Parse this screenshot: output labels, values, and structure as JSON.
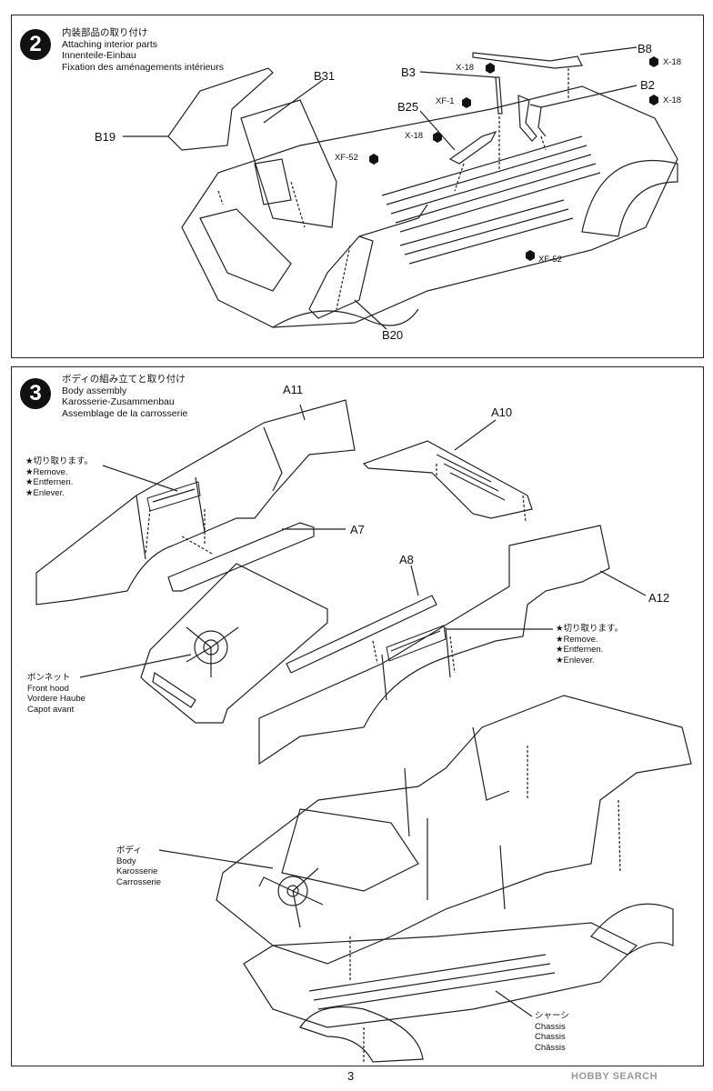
{
  "step2": {
    "number": "2",
    "title_jp": "内装部品の取り付け",
    "title_en": "Attaching interior parts",
    "title_de": "Innenteile-Einbau",
    "title_fr": "Fixation des aménagements intérieurs",
    "labels": {
      "b8": "B8",
      "b3": "B3",
      "b2": "B2",
      "b25": "B25",
      "b31": "B31",
      "b19": "B19",
      "b20": "B20"
    },
    "paints": {
      "x18_a": "X-18",
      "x18_b": "X-18",
      "x18_c": "X-18",
      "x18_d": "X-18",
      "xf1": "XF-1",
      "xf52_a": "XF-52",
      "xf52_b": "XF-52"
    }
  },
  "step3": {
    "number": "3",
    "title_jp": "ボディの組み立てと取り付け",
    "title_en": "Body assembly",
    "title_de": "Karosserie-Zusammenbau",
    "title_fr": "Assemblage de la carrosserie",
    "labels": {
      "a11": "A11",
      "a10": "A10",
      "a7": "A7",
      "a8": "A8",
      "a12": "A12"
    },
    "remove_left": [
      "★切り取ります。",
      "★Remove.",
      "★Entfernen.",
      "★Enlever."
    ],
    "remove_right": [
      "★切り取ります。",
      "★Remove.",
      "★Entfernen.",
      "★Enlever."
    ],
    "hood": [
      "ボンネット",
      "Front hood",
      "Vordere Haube",
      "Capot avant"
    ],
    "body": [
      "ボディ",
      "Body",
      "Karosserie",
      "Carrosserie"
    ],
    "chassis": [
      "シャーシ",
      "Chassis",
      "Chassis",
      "Châssis"
    ]
  },
  "page_number": "3",
  "watermark": "HOBBY SEARCH"
}
